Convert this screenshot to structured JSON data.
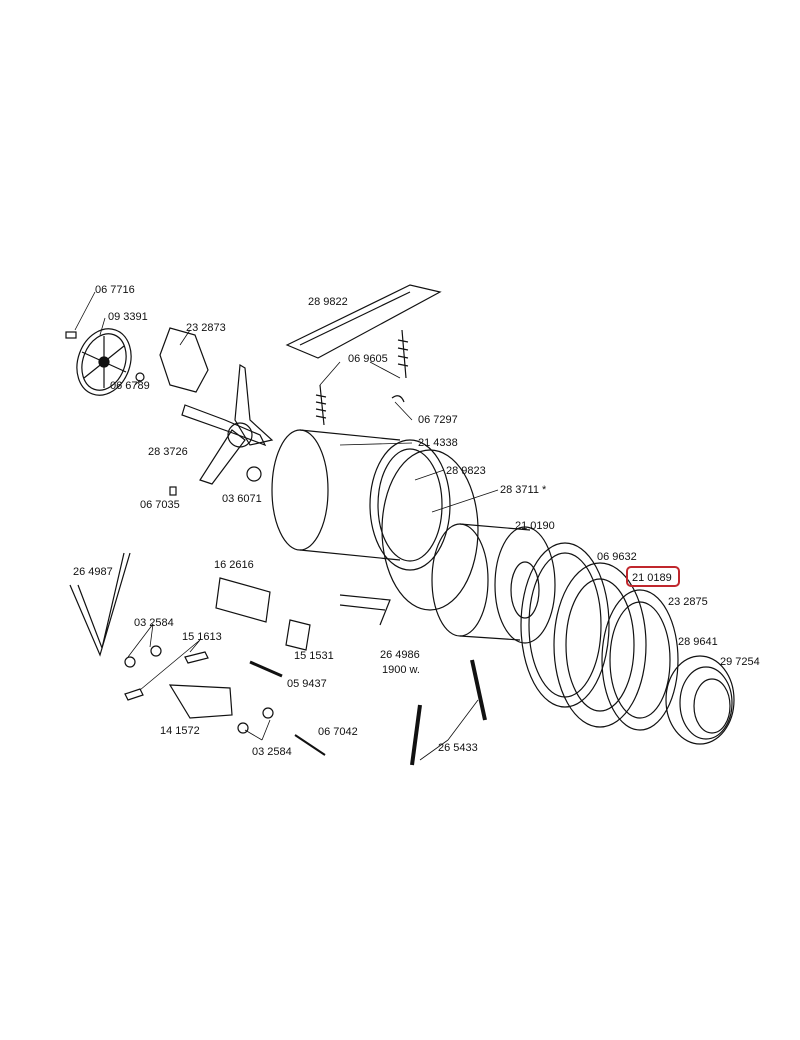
{
  "title": "Washing machine drum assembly exploded parts diagram",
  "highlight_color": "#c0272d",
  "highlighted_part": "21 0189",
  "parts": {
    "p067716": "06 7716",
    "p093391": "09 3391",
    "p232873": "23 2873",
    "p066789": "06 6789",
    "p283726": "28 3726",
    "p067035": "06 7035",
    "p036071": "03 6071",
    "p289822": "28 9822",
    "p069605": "06 9605",
    "p067297": "06 7297",
    "p214338": "21 4338",
    "p289823": "28 9823",
    "p283711": "28 3711 *",
    "p210190": "21 0190",
    "p069632": "06 9632",
    "p210189": "21 0189",
    "p232875": "23 2875",
    "p289641": "28 9641",
    "p297254": "29 7254",
    "p264987": "26 4987",
    "p162616": "16 2616",
    "p032584a": "03 2584",
    "p151613": "15 1613",
    "p151531": "15 1531",
    "p264986": "26 4986",
    "p264986_note": "1900 w.",
    "p059437": "05 9437",
    "p141572": "14 1572",
    "p032584b": "03 2584",
    "p067042": "06 7042",
    "p265433": "26 5433"
  }
}
